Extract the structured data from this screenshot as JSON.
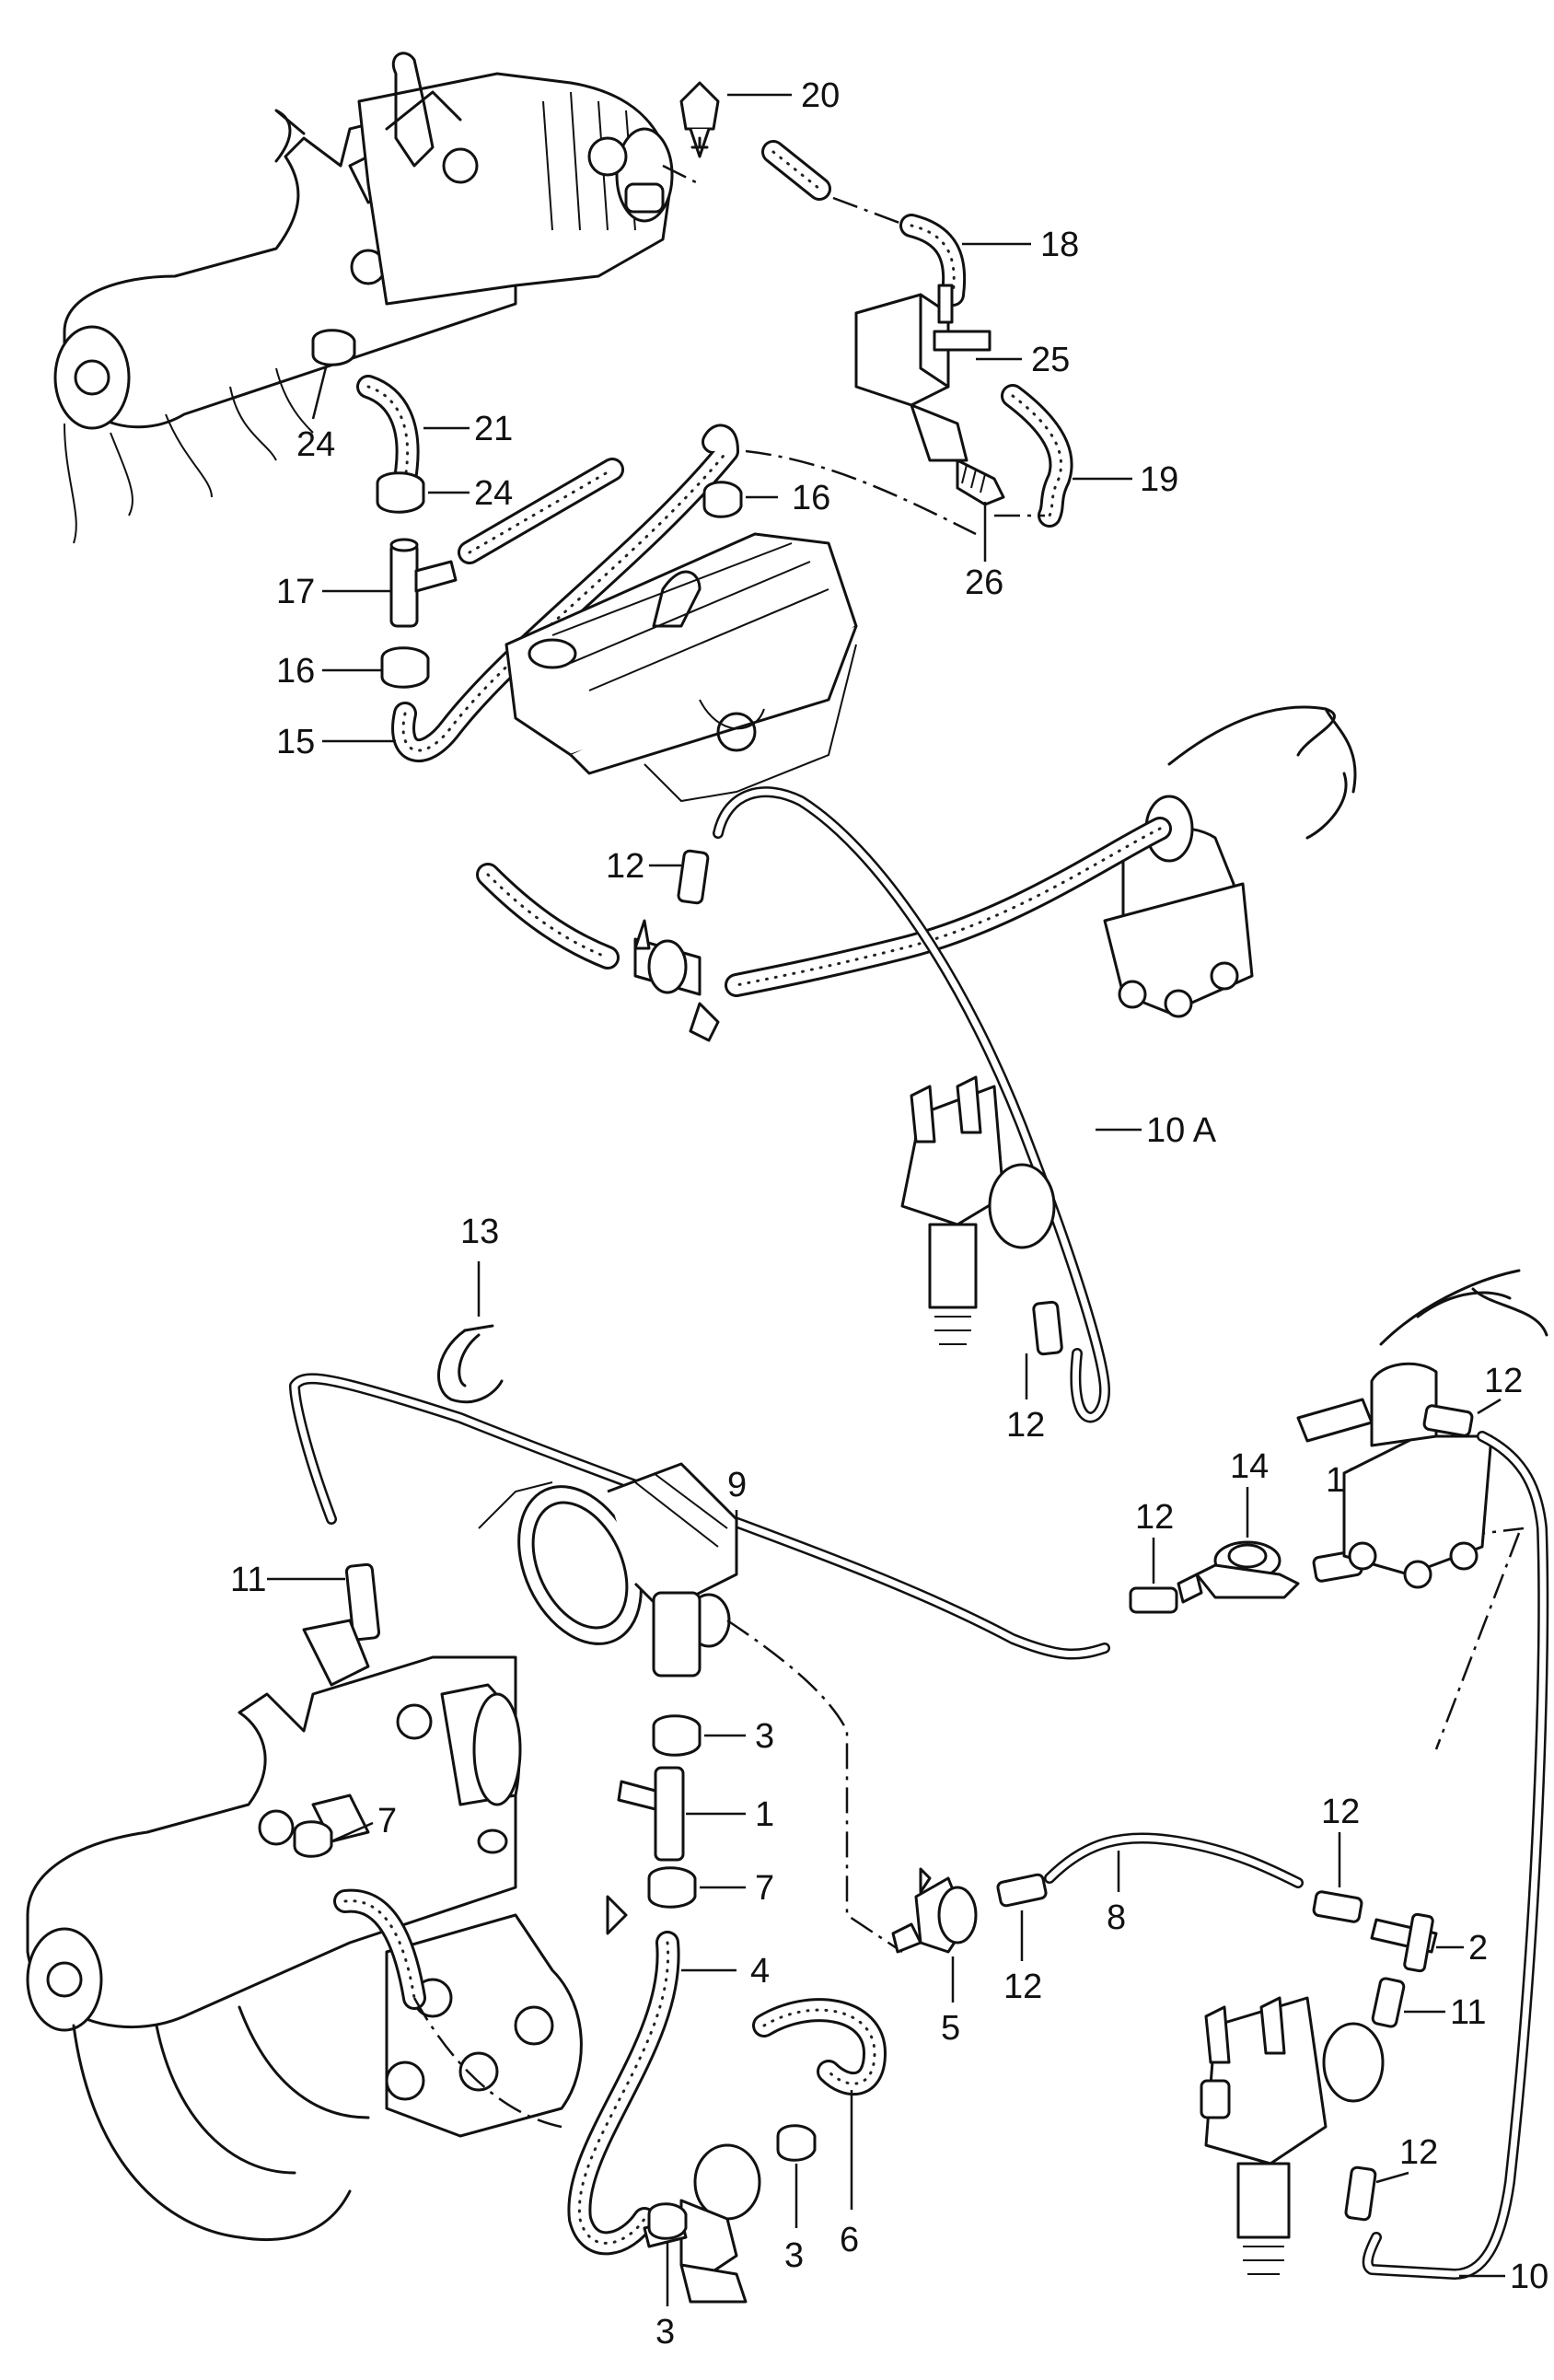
{
  "callouts": {
    "c20": "20",
    "c18": "18",
    "c25": "25",
    "c24a": "24",
    "c21": "21",
    "c24b": "24",
    "c16a": "16",
    "c19": "19",
    "c26": "26",
    "c17": "17",
    "c16b": "16",
    "c15": "15",
    "c12a": "12",
    "c10A": "10 A",
    "c13": "13",
    "c12b": "12",
    "c12c": "12",
    "c9": "9",
    "c11a": "11",
    "c14": "14",
    "c12d": "12",
    "c12e": "12",
    "c3a": "3",
    "c7a": "7",
    "c1": "1",
    "c7b": "7",
    "c12f": "12",
    "c8": "8",
    "c2": "2",
    "c5": "5",
    "c12g": "12",
    "c11b": "11",
    "c4": "4",
    "c12h": "12",
    "c6": "6",
    "c3b": "3",
    "c3c": "3",
    "c10": "10"
  },
  "icons": [
    "hose-icon",
    "clamp-icon",
    "t-connector-icon",
    "valve-icon",
    "distributor-icon",
    "manifold-icon",
    "throttle-body-icon",
    "brake-servo-icon",
    "solenoid-valve-icon"
  ]
}
